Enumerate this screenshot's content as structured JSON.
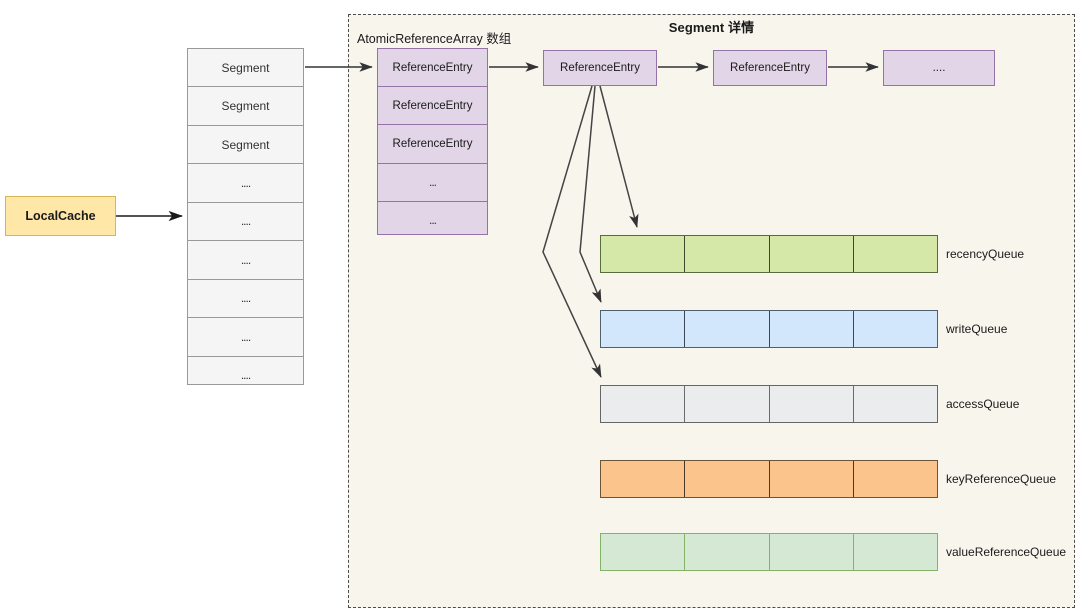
{
  "diagram": {
    "panel_title": "Segment 详情",
    "array_caption": "AtomicReferenceArray 数组",
    "local_cache": {
      "label": "LocalCache",
      "fill": "#ffe7a8",
      "stroke": "#d6b656"
    }
  },
  "segment_table": {
    "fill": "#f5f5f5",
    "stroke": "#999999",
    "rows": [
      {
        "label": "Segment"
      },
      {
        "label": "Segment"
      },
      {
        "label": "Segment"
      },
      {
        "label": "...."
      },
      {
        "label": "...."
      },
      {
        "label": "...."
      },
      {
        "label": "...."
      },
      {
        "label": "...."
      },
      {
        "label": "...."
      }
    ]
  },
  "atomic_reference_array": {
    "fill": "#e1d5e7",
    "stroke": "#9673a6",
    "rows": [
      {
        "label": "ReferenceEntry"
      },
      {
        "label": "ReferenceEntry"
      },
      {
        "label": "ReferenceEntry"
      },
      {
        "label": "..."
      },
      {
        "label": "..."
      }
    ]
  },
  "entry_chain": [
    {
      "label": "ReferenceEntry"
    },
    {
      "label": "ReferenceEntry"
    },
    {
      "label": "...."
    }
  ],
  "queues": [
    {
      "name": "recencyQueue",
      "fill": "#d5e8a8",
      "stroke": "#5a6b3d",
      "cells": 4
    },
    {
      "name": "writeQueue",
      "fill": "#d2e7fb",
      "stroke": "#50606e",
      "cells": 4
    },
    {
      "name": "accessQueue",
      "fill": "#eaecee",
      "stroke": "#666666",
      "cells": 4
    },
    {
      "name": "keyReferenceQueue",
      "fill": "#fcc48d",
      "stroke": "#6b5537",
      "cells": 4
    },
    {
      "name": "valueReferenceQueue",
      "fill": "#d5e8d4",
      "stroke": "#82b366",
      "cells": 4
    }
  ],
  "colors": {
    "panel_background": "#f8f5ed",
    "panel_border": "#4d4d4d",
    "arrow": "#333333",
    "page_background": "#ffffff"
  }
}
